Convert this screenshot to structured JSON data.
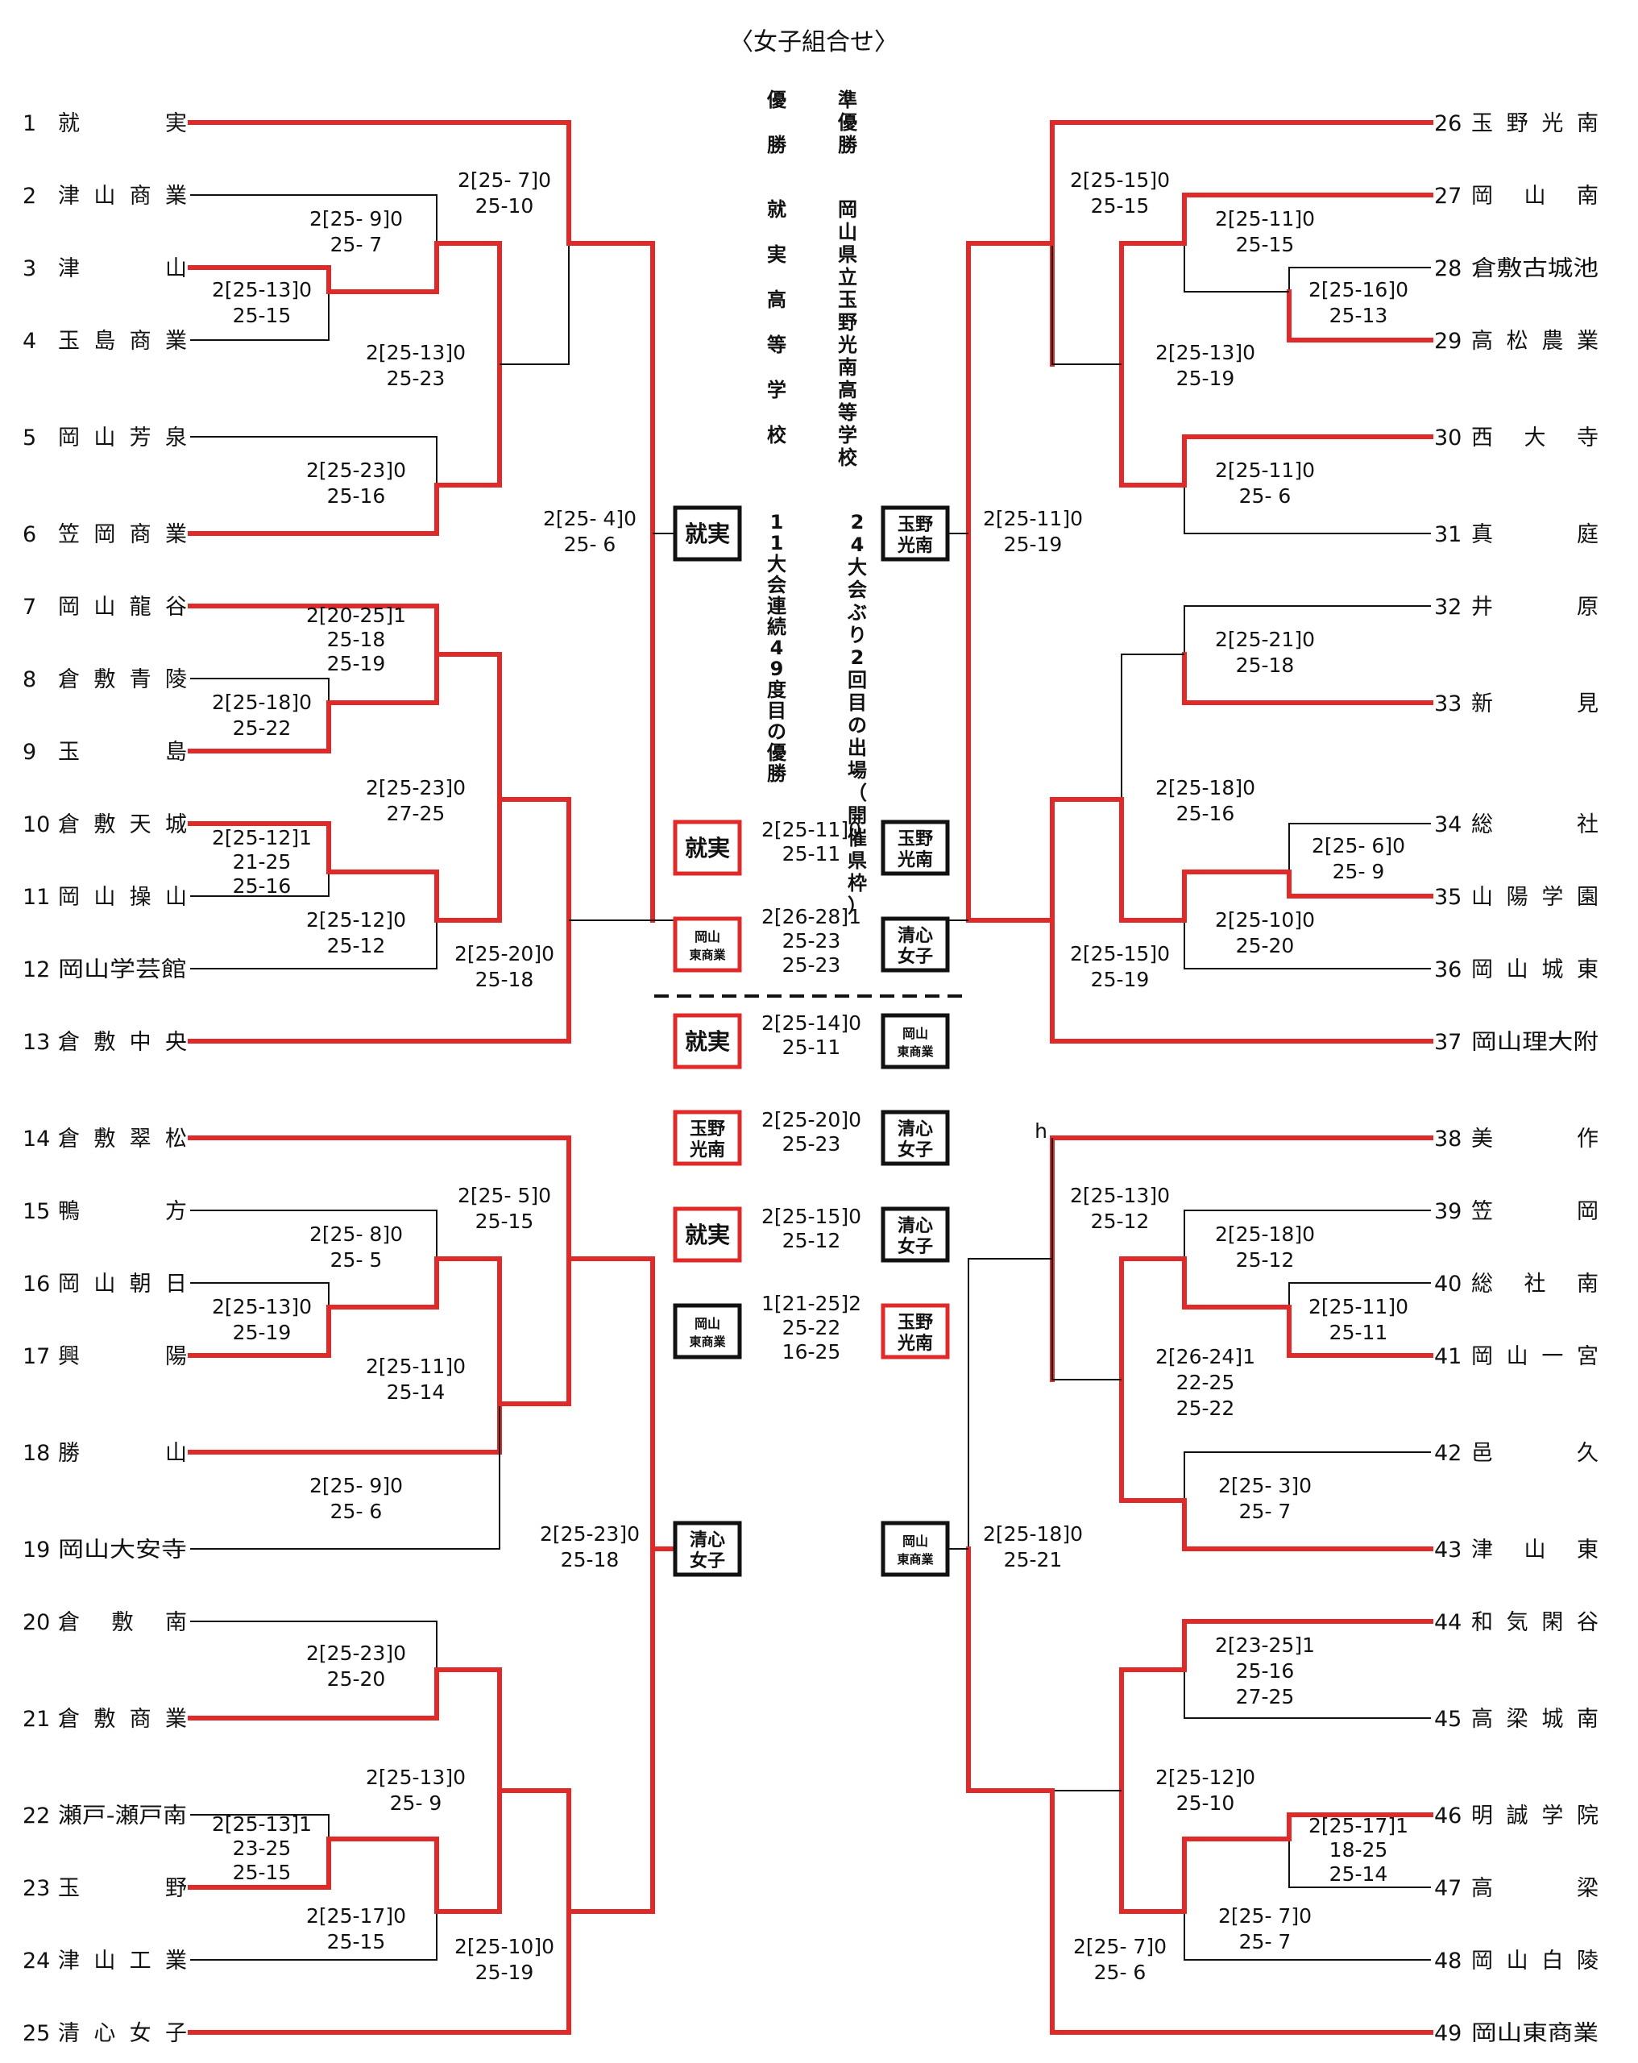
{
  "title": "〈女子組合せ〉",
  "champion": {
    "label": "優勝",
    "school": "就実高等学校",
    "note": "11大会連続49度目の優勝"
  },
  "runner_up": {
    "label": "準優勝",
    "school": "岡山県立玉野光南高等学校",
    "note": "24大会ぶり2回目の出場（開催県枠）"
  },
  "left_teams": [
    {
      "num": "1",
      "name": "就実"
    },
    {
      "num": "2",
      "name": "津山商業"
    },
    {
      "num": "3",
      "name": "津山"
    },
    {
      "num": "4",
      "name": "玉島商業"
    },
    {
      "num": "5",
      "name": "岡山芳泉"
    },
    {
      "num": "6",
      "name": "笠岡商業"
    },
    {
      "num": "7",
      "name": "岡山龍谷"
    },
    {
      "num": "8",
      "name": "倉敷青陵"
    },
    {
      "num": "9",
      "name": "玉島"
    },
    {
      "num": "10",
      "name": "倉敷天城"
    },
    {
      "num": "11",
      "name": "岡山操山"
    },
    {
      "num": "12",
      "name": "岡山学芸館"
    },
    {
      "num": "13",
      "name": "倉敷中央"
    },
    {
      "num": "14",
      "name": "倉敷翠松"
    },
    {
      "num": "15",
      "name": "鴨方"
    },
    {
      "num": "16",
      "name": "岡山朝日"
    },
    {
      "num": "17",
      "name": "興陽"
    },
    {
      "num": "18",
      "name": "勝山"
    },
    {
      "num": "19",
      "name": "岡山大安寺"
    },
    {
      "num": "20",
      "name": "倉敷南"
    },
    {
      "num": "21",
      "name": "倉敷商業"
    },
    {
      "num": "22",
      "name": "瀬戸-瀬戸南"
    },
    {
      "num": "23",
      "name": "玉野"
    },
    {
      "num": "24",
      "name": "津山工業"
    },
    {
      "num": "25",
      "name": "清心女子"
    }
  ],
  "right_teams": [
    {
      "num": "26",
      "name": "玉野光南"
    },
    {
      "num": "27",
      "name": "岡山南"
    },
    {
      "num": "28",
      "name": "倉敷古城池"
    },
    {
      "num": "29",
      "name": "高松農業"
    },
    {
      "num": "30",
      "name": "西大寺"
    },
    {
      "num": "31",
      "name": "真庭"
    },
    {
      "num": "32",
      "name": "井原"
    },
    {
      "num": "33",
      "name": "新見"
    },
    {
      "num": "34",
      "name": "総社"
    },
    {
      "num": "35",
      "name": "山陽学園"
    },
    {
      "num": "36",
      "name": "岡山城東"
    },
    {
      "num": "37",
      "name": "岡山理大附"
    },
    {
      "num": "38",
      "name": "美作"
    },
    {
      "num": "39",
      "name": "笠岡"
    },
    {
      "num": "40",
      "name": "総社南"
    },
    {
      "num": "41",
      "name": "岡山一宮"
    },
    {
      "num": "42",
      "name": "邑久"
    },
    {
      "num": "43",
      "name": "津山東"
    },
    {
      "num": "44",
      "name": "和気閑谷"
    },
    {
      "num": "45",
      "name": "高梁城南"
    },
    {
      "num": "46",
      "name": "明誠学院"
    },
    {
      "num": "47",
      "name": "高梁"
    },
    {
      "num": "48",
      "name": "岡山白陵"
    },
    {
      "num": "49",
      "name": "岡山東商業"
    }
  ],
  "left_scores": [
    [
      "2[25-13]0",
      "25-15"
    ],
    [
      "2[25- 9]0",
      "25- 7"
    ],
    [
      "2[25- 7]0",
      "25-10"
    ],
    [
      "2[25-13]0",
      "25-23"
    ],
    [
      "2[25-23]0",
      "25-16"
    ],
    [
      "2[20-25]1",
      "25-18",
      "25-19"
    ],
    [
      "2[25-18]0",
      "25-22"
    ],
    [
      "2[25-12]1",
      "21-25",
      "25-16"
    ],
    [
      "2[25-12]0",
      "25-12"
    ],
    [
      "2[25-23]0",
      "27-25"
    ],
    [
      "2[25-20]0",
      "25-18"
    ],
    [
      "2[25- 4]0",
      "25- 6"
    ],
    [
      "2[25-13]0",
      "25-19"
    ],
    [
      "2[25- 8]0",
      "25- 5"
    ],
    [
      "2[25- 5]0",
      "25-15"
    ],
    [
      "2[25-11]0",
      "25-14"
    ],
    [
      "2[25- 9]0",
      "25- 6"
    ],
    [
      "2[25-23]0",
      "25-20"
    ],
    [
      "2[25-13]1",
      "23-25",
      "25-15"
    ],
    [
      "2[25-17]0",
      "25-15"
    ],
    [
      "2[25-13]0",
      "25- 9"
    ],
    [
      "2[25-10]0",
      "25-19"
    ],
    [
      "2[25-23]0",
      "25-18"
    ]
  ],
  "right_scores": [
    [
      "2[25-15]0",
      "25-15"
    ],
    [
      "2[25-11]0",
      "25-15"
    ],
    [
      "2[25-16]0",
      "25-13"
    ],
    [
      "2[25-13]0",
      "25-19"
    ],
    [
      "2[25-11]0",
      "25- 6"
    ],
    [
      "2[25-11]0",
      "25-19"
    ],
    [
      "2[25-21]0",
      "25-18"
    ],
    [
      "2[25-18]0",
      "25-16"
    ],
    [
      "2[25- 6]0",
      "25- 9"
    ],
    [
      "2[25-10]0",
      "25-20"
    ],
    [
      "2[25-15]0",
      "25-19"
    ],
    [
      "2[25-13]0",
      "25-12"
    ],
    [
      "2[25-18]0",
      "25-12"
    ],
    [
      "2[25-11]0",
      "25-11"
    ],
    [
      "2[26-24]1",
      "22-25",
      "25-22"
    ],
    [
      "2[25- 3]0",
      "25- 7"
    ],
    [
      "2[23-25]1",
      "25-16",
      "27-25"
    ],
    [
      "2[25-12]0",
      "25-10"
    ],
    [
      "2[25-17]1",
      "18-25",
      "25-14"
    ],
    [
      "2[25- 7]0",
      "25- 7"
    ],
    [
      "2[25- 7]0",
      "25- 6"
    ],
    [
      "2[25-18]0",
      "25-21"
    ]
  ],
  "block_winners": [
    {
      "name": "就実",
      "color": "#111111"
    },
    {
      "name": "玉野光南",
      "color": "#111111"
    },
    {
      "name": "清心女子",
      "color": "#111111"
    },
    {
      "name": "岡山東商業",
      "color": "#111111"
    }
  ],
  "finals": [
    {
      "left": "就実",
      "left_color": "#e02a2a",
      "right": "玉野光南",
      "right_color": "#111111",
      "score": [
        "2[25-11]0",
        "25-11"
      ]
    },
    {
      "left": "岡山東商業",
      "left_color": "#e02a2a",
      "right": "清心女子",
      "right_color": "#111111",
      "score": [
        "2[26-28]1",
        "25-23",
        "25-23"
      ]
    },
    {
      "left": "就実",
      "left_color": "#e02a2a",
      "right": "岡山東商業",
      "right_color": "#111111",
      "score": [
        "2[25-14]0",
        "25-11"
      ]
    },
    {
      "left": "玉野光南",
      "left_color": "#e02a2a",
      "right": "清心女子",
      "right_color": "#111111",
      "score": [
        "2[25-20]0",
        "25-23"
      ]
    },
    {
      "left": "就実",
      "left_color": "#e02a2a",
      "right": "清心女子",
      "right_color": "#111111",
      "score": [
        "2[25-15]0",
        "25-12"
      ]
    },
    {
      "left": "岡山東商業",
      "left_color": "#111111",
      "right": "玉野光南",
      "right_color": "#e02a2a",
      "score": [
        "1[21-25]2",
        "25-22",
        "16-25"
      ]
    }
  ],
  "stray_mark": "h",
  "colors": {
    "winner_line": "#e02a2a",
    "line": "#111111",
    "text": "#111111"
  }
}
